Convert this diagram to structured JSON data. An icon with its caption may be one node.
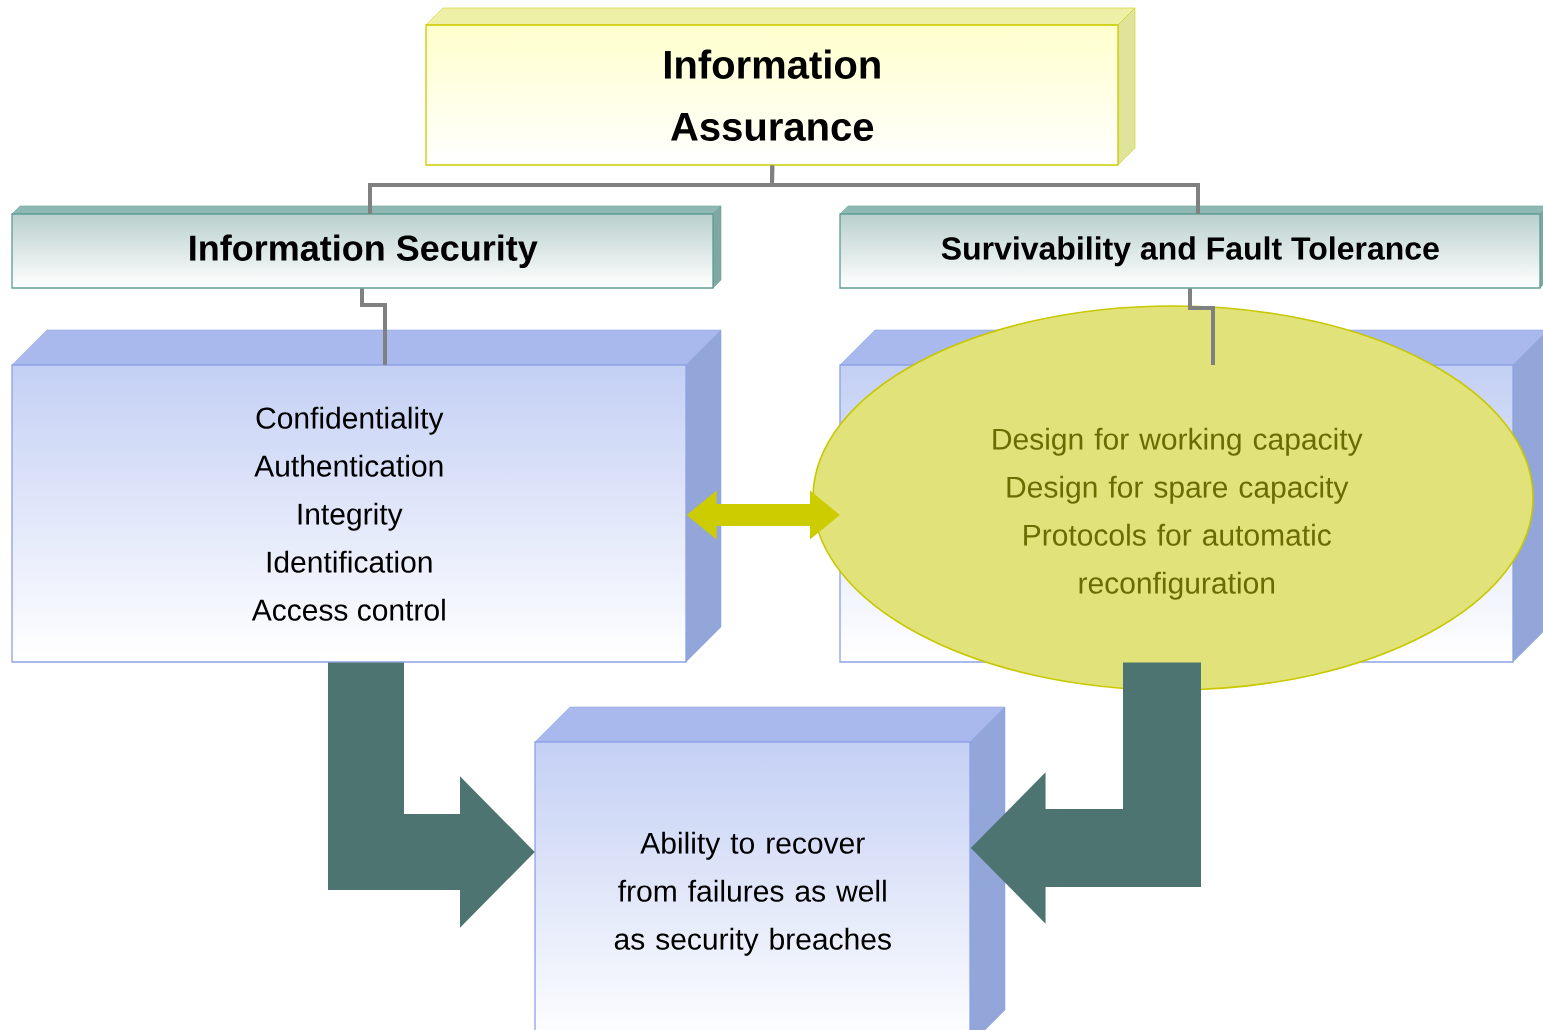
{
  "diagram": {
    "nodes": [
      {
        "text": [
          "Information Assurance"
        ]
      },
      {
        "text": [
          "Information Security"
        ]
      },
      {
        "text": [
          "Survivability and Fault Tolerance"
        ]
      },
      {
        "text": [
          "Confidentiality",
          "Authentication",
          "Integrity",
          "Identification",
          "Access control"
        ]
      },
      {
        "text": [
          "Design for working capacity",
          "Design for spare capacity",
          "Protocols for automatic reconfiguration"
        ]
      },
      {
        "text": [
          "Ability to recover from failures as well as security breaches"
        ]
      }
    ],
    "edges": [
      {
        "from": 0,
        "to": 1,
        "arrow": "none"
      },
      {
        "from": 0,
        "to": 2,
        "arrow": "none"
      },
      {
        "from": 1,
        "to": 3,
        "arrow": "none"
      },
      {
        "from": 2,
        "to": 4,
        "arrow": "none"
      },
      {
        "from": 3,
        "to": 4,
        "arrow": "both",
        "style": "thick",
        "color": "#cccc00"
      },
      {
        "from": 3,
        "to": 5,
        "arrow": "to",
        "style": "thick",
        "color": "#4e7471"
      },
      {
        "from": 4,
        "to": 5,
        "arrow": "to",
        "style": "thick",
        "color": "#4e7471"
      }
    ]
  }
}
